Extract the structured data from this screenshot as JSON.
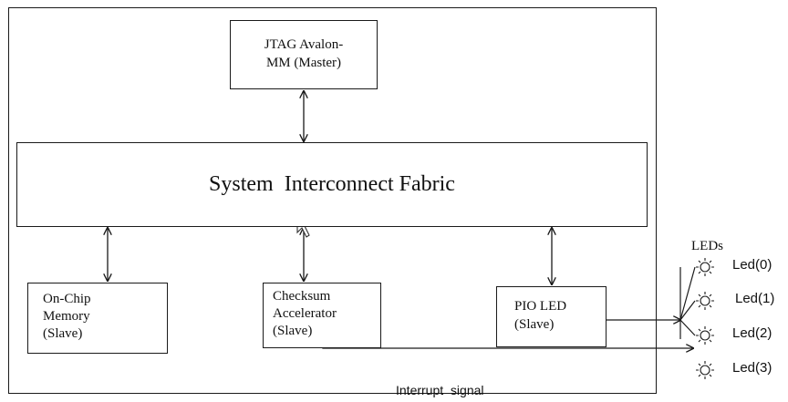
{
  "diagram": {
    "jtag": {
      "line1": "JTAG Avalon-",
      "line2": "MM (Master)"
    },
    "fabric": {
      "label": "System  Interconnect Fabric"
    },
    "onchip": {
      "line1": "On-Chip",
      "line2": "Memory",
      "line3": "(Slave)"
    },
    "checksum": {
      "line1": "Checksum",
      "line2": "Accelerator",
      "line3": "(Slave)"
    },
    "pio": {
      "line1": "PIO LED",
      "line2": "(Slave)"
    },
    "leds_header": "LEDs",
    "leds": [
      "Led(0)",
      "Led(1)",
      "Led(2)",
      "Led(3)"
    ],
    "interrupt_label": "Interrupt  signal",
    "colors": {
      "line": "#1a1a1a",
      "text": "#111111",
      "background": "#ffffff"
    }
  }
}
